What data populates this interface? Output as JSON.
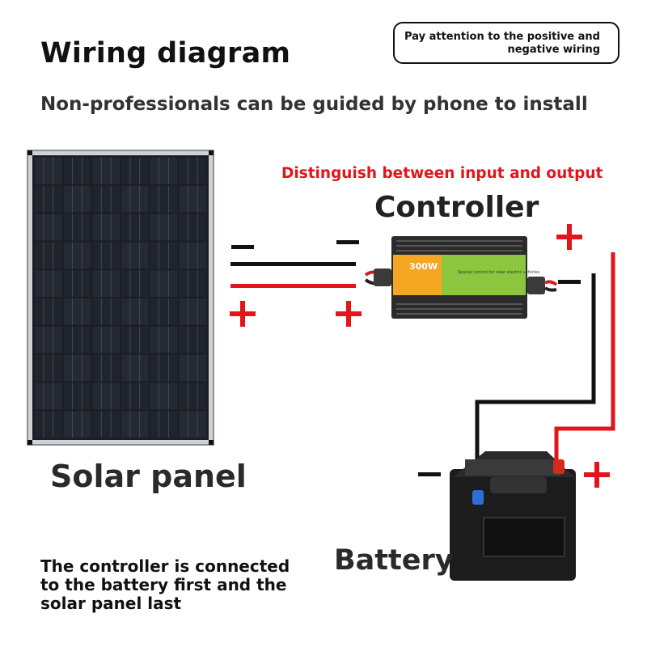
{
  "title": "Wiring diagram",
  "subtitle": "Non-professionals can be guided by phone to install",
  "note": {
    "line1": "Pay attention to the positive and",
    "line2": "negative wiring"
  },
  "distinguish": "Distinguish between input and output",
  "controller": {
    "label": "Controller",
    "watt": "300W",
    "sticker_text": "Special control for solar electric vehicles"
  },
  "solar_panel": {
    "label": "Solar panel"
  },
  "battery": {
    "label": "Battery"
  },
  "instruction": {
    "line1": "The controller is connected",
    "line2": "to the battery first and the",
    "line3": "solar panel last"
  },
  "colors": {
    "positive": "#e3141b",
    "negative": "#111111"
  }
}
